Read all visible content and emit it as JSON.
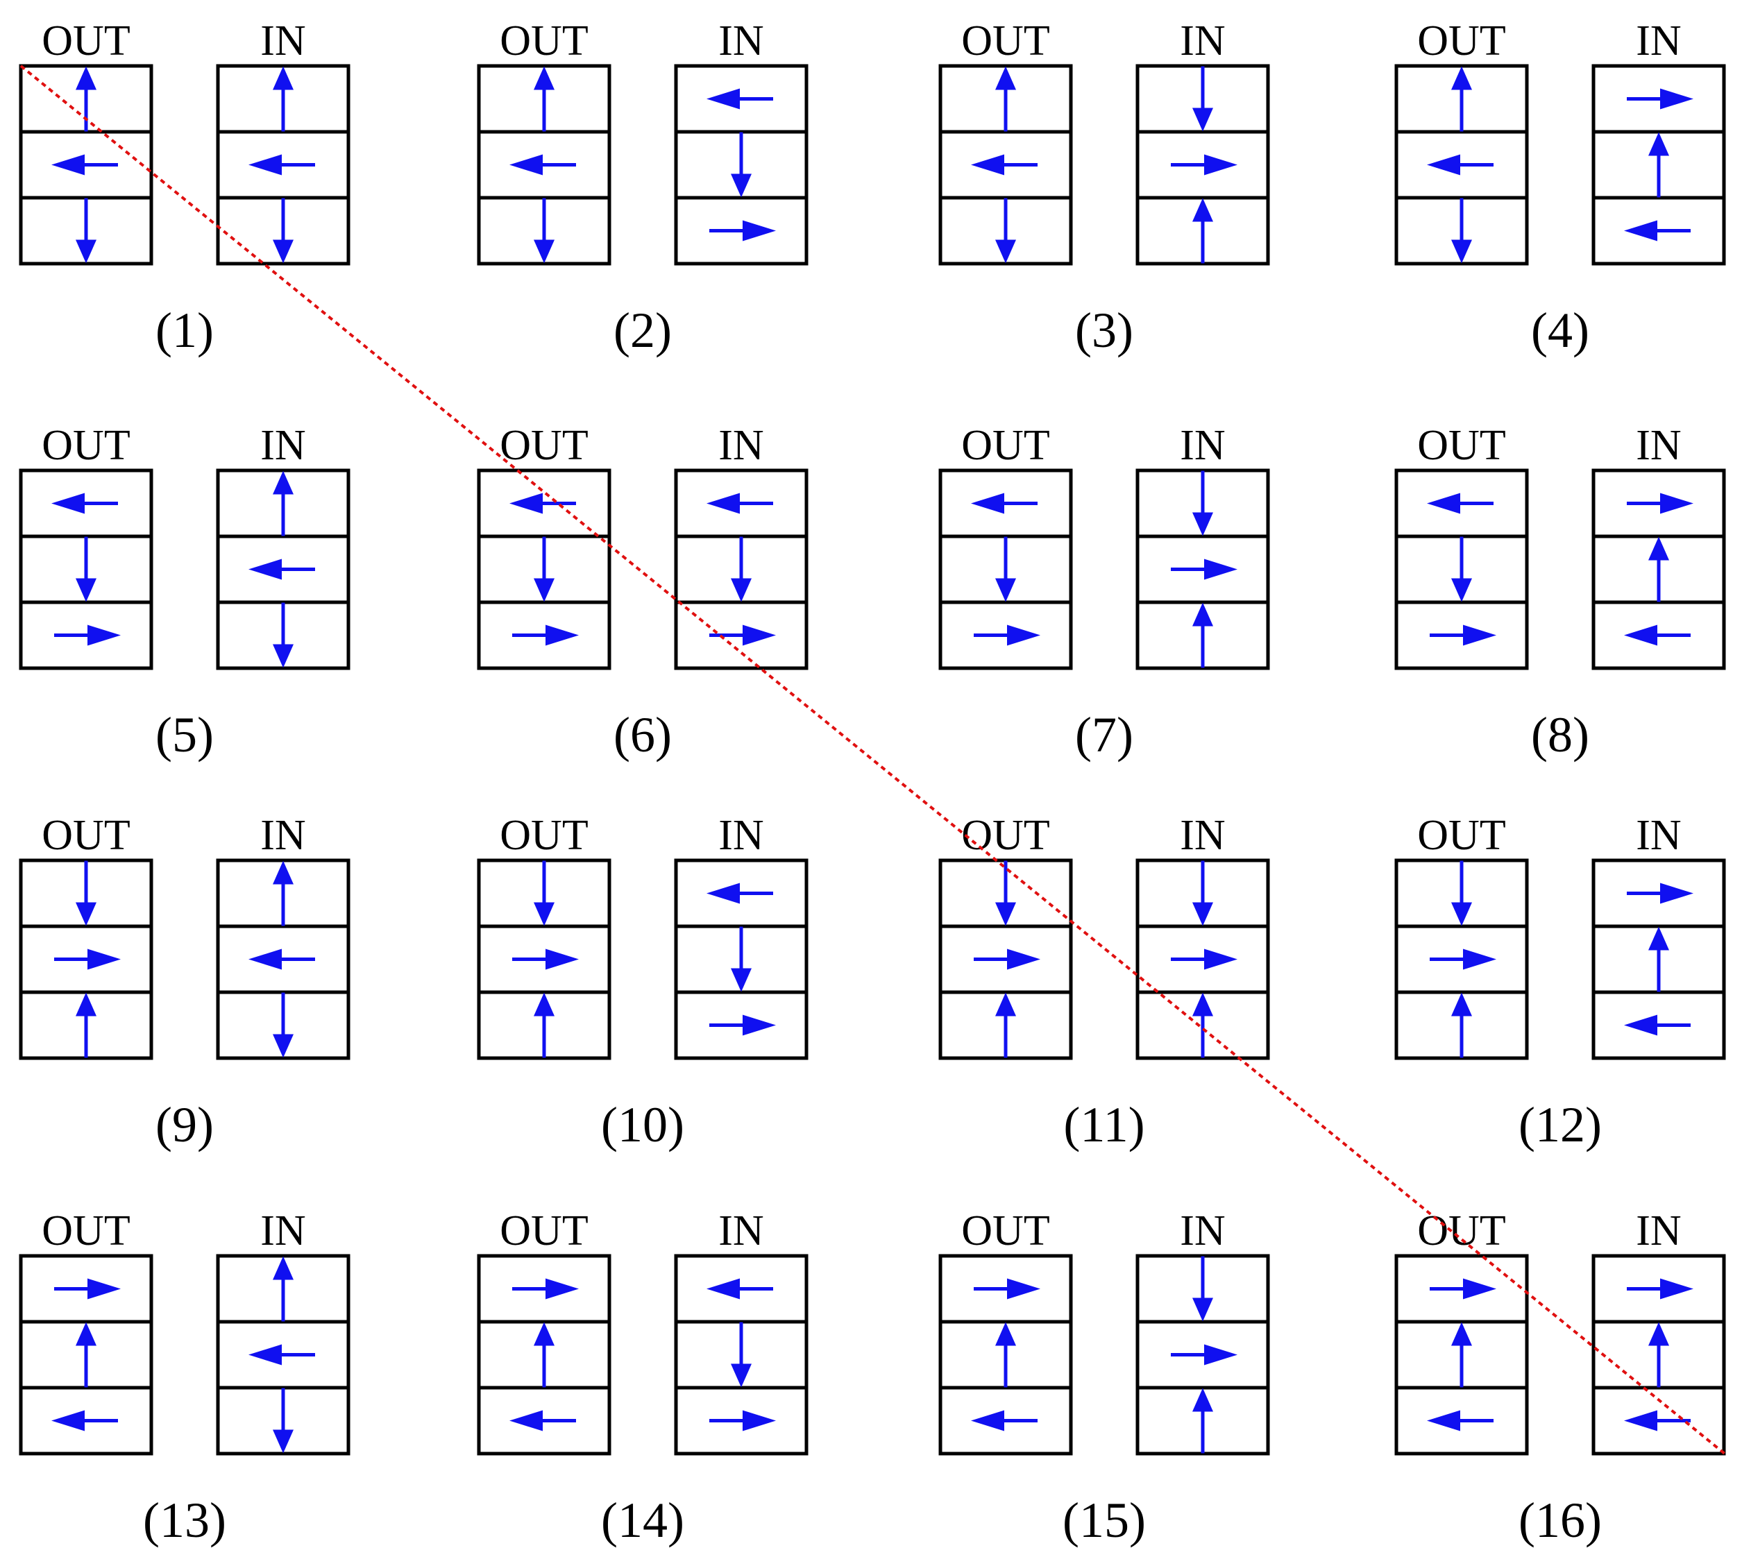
{
  "labels": {
    "out": "OUT",
    "in": "IN"
  },
  "colors": {
    "arrow": "#1010f0",
    "line": "#e01010",
    "stroke": "#000000"
  },
  "arrow_direction_codes": {
    "u": "up",
    "l": "left",
    "d": "down",
    "r": "right"
  },
  "panels": [
    {
      "caption": "(1)",
      "out": [
        "u",
        "l",
        "d"
      ],
      "in": [
        "u",
        "l",
        "d"
      ]
    },
    {
      "caption": "(2)",
      "out": [
        "u",
        "l",
        "d"
      ],
      "in": [
        "l",
        "d",
        "r"
      ]
    },
    {
      "caption": "(3)",
      "out": [
        "u",
        "l",
        "d"
      ],
      "in": [
        "d",
        "r",
        "u"
      ]
    },
    {
      "caption": "(4)",
      "out": [
        "u",
        "l",
        "d"
      ],
      "in": [
        "r",
        "u",
        "l"
      ]
    },
    {
      "caption": "(5)",
      "out": [
        "l",
        "d",
        "r"
      ],
      "in": [
        "u",
        "l",
        "d"
      ]
    },
    {
      "caption": "(6)",
      "out": [
        "l",
        "d",
        "r"
      ],
      "in": [
        "l",
        "d",
        "r"
      ]
    },
    {
      "caption": "(7)",
      "out": [
        "l",
        "d",
        "r"
      ],
      "in": [
        "d",
        "r",
        "u"
      ]
    },
    {
      "caption": "(8)",
      "out": [
        "l",
        "d",
        "r"
      ],
      "in": [
        "r",
        "u",
        "l"
      ]
    },
    {
      "caption": "(9)",
      "out": [
        "d",
        "r",
        "u"
      ],
      "in": [
        "u",
        "l",
        "d"
      ]
    },
    {
      "caption": "(10)",
      "out": [
        "d",
        "r",
        "u"
      ],
      "in": [
        "l",
        "d",
        "r"
      ]
    },
    {
      "caption": "(11)",
      "out": [
        "d",
        "r",
        "u"
      ],
      "in": [
        "d",
        "r",
        "u"
      ]
    },
    {
      "caption": "(12)",
      "out": [
        "d",
        "r",
        "u"
      ],
      "in": [
        "r",
        "u",
        "l"
      ]
    },
    {
      "caption": "(13)",
      "out": [
        "r",
        "u",
        "l"
      ],
      "in": [
        "u",
        "l",
        "d"
      ]
    },
    {
      "caption": "(14)",
      "out": [
        "r",
        "u",
        "l"
      ],
      "in": [
        "l",
        "d",
        "r"
      ]
    },
    {
      "caption": "(15)",
      "out": [
        "r",
        "u",
        "l"
      ],
      "in": [
        "d",
        "r",
        "u"
      ]
    },
    {
      "caption": "(16)",
      "out": [
        "r",
        "u",
        "l"
      ],
      "in": [
        "r",
        "u",
        "l"
      ]
    }
  ]
}
